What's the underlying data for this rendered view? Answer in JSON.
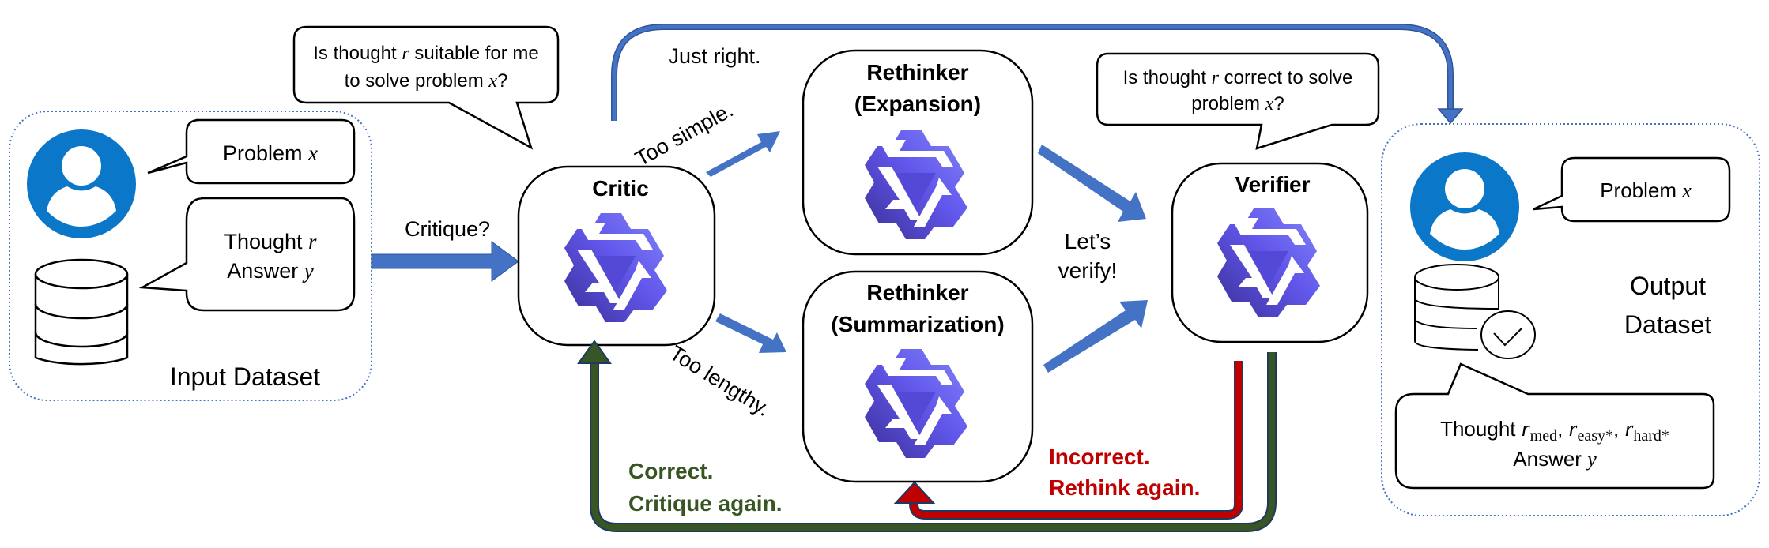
{
  "colors": {
    "primary_arrow": "#4472C4",
    "incorrect": "#C00000",
    "correct": "#375623",
    "user_icon": "#0A77C9",
    "model_logo_dark": "#3F33A8",
    "model_logo_light": "#7B7CF5",
    "dataset_border": "#4472C4"
  },
  "input_dataset": {
    "label": "Input Dataset",
    "user_bubble": {
      "text": "Problem ",
      "var": "x"
    },
    "data_bubble": {
      "line1_text": "Thought ",
      "line1_var": "r",
      "line2_text": "Answer ",
      "line2_var": "y"
    }
  },
  "critique_label": "Critique?",
  "critic_bubble": {
    "line1_pre": "Is thought ",
    "line1_var": "r",
    "line1_post": " suitable for me",
    "line2_pre": "to solve problem ",
    "line2_var": "x",
    "line2_post": "?"
  },
  "critic": {
    "title": "Critic"
  },
  "branches": {
    "just_right": "Just right.",
    "too_simple": "Too simple.",
    "too_lengthy": "Too lengthy."
  },
  "rethinker_expansion": {
    "title_line1": "Rethinker",
    "title_line2": "(Expansion)"
  },
  "rethinker_summarization": {
    "title_line1": "Rethinker",
    "title_line2": "(Summarization)"
  },
  "lets_verify": {
    "line1": "Let’s",
    "line2": "verify!"
  },
  "verifier_bubble": {
    "line1_pre": "Is thought ",
    "line1_var": "r",
    "line1_post": " correct to solve",
    "line2_pre": "problem ",
    "line2_var": "x",
    "line2_post": "?"
  },
  "verifier": {
    "title": "Verifier"
  },
  "feedback": {
    "incorrect_line1": "Incorrect.",
    "incorrect_line2": "Rethink again.",
    "correct_line1": "Correct.",
    "correct_line2": "Critique again."
  },
  "output_dataset": {
    "label_line1": "Output",
    "label_line2": "Dataset",
    "user_bubble": {
      "text": "Problem ",
      "var": "x"
    },
    "data_bubble": {
      "line1_text": "Thought ",
      "r": "r",
      "sub_med": "med",
      "sub_easy": "easy*",
      "sub_hard": "hard*",
      "sep": ", ",
      "line2_text": "Answer ",
      "line2_var": "y"
    }
  }
}
